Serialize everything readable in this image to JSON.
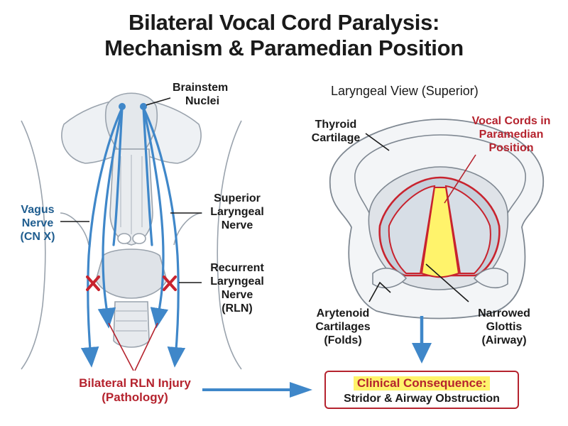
{
  "title": {
    "line1": "Bilateral Vocal Cord Paralysis:",
    "line2": "Mechanism & Paramedian Position"
  },
  "left_panel": {
    "brainstem": [
      "Brainstem",
      "Nuclei"
    ],
    "vagus": [
      "Vagus",
      "Nerve",
      "(CN X)"
    ],
    "superior": [
      "Superior",
      "Laryngeal",
      "Nerve"
    ],
    "recurrent": [
      "Recurrent",
      "Laryngeal",
      "Nerve",
      "(RLN)"
    ],
    "injury": [
      "Bilateral RLN Injury",
      "(Pathology)"
    ]
  },
  "right_panel": {
    "view_title": "Laryngeal View (Superior)",
    "thyroid": [
      "Thyroid",
      "Cartilage"
    ],
    "cords": [
      "Vocal Cords in",
      "Paramedian",
      "Position"
    ],
    "arytenoid": [
      "Arytenoid",
      "Cartilages",
      "(Folds)"
    ],
    "glottis": [
      "Narrowed",
      "Glottis",
      "(Airway)"
    ]
  },
  "consequence": {
    "heading": "Clinical Consequence:",
    "body": "Stridor & Airway Obstruction"
  },
  "colors": {
    "nerve_blue": "#3f87c9",
    "pathology_red": "#b5232e",
    "airway_yellow": "#fff36b",
    "anatomy_gray": "#d9dee4"
  }
}
